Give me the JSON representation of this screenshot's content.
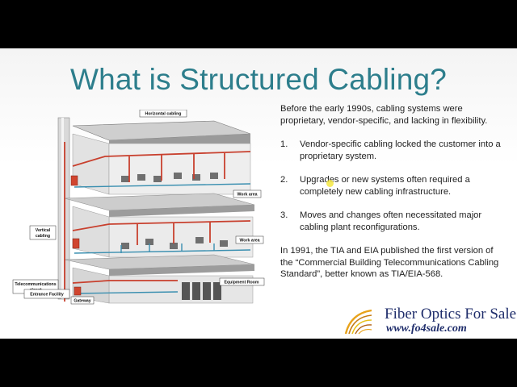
{
  "slide": {
    "title": "What is Structured Cabling?",
    "intro": "Before the early 1990s, cabling systems were proprietary, vendor-specific, and lacking in flexibility.",
    "items": [
      {
        "num": "1.",
        "text": "Vendor-specific cabling locked the customer into a proprietary system."
      },
      {
        "num": "2.",
        "text": "Upgrades or new systems often required a completely new cabling infrastructure."
      },
      {
        "num": "3.",
        "text": "Moves and changes often necessitated major cabling plant reconfigurations."
      }
    ],
    "outro": "In 1991, the TIA and EIA published the first version of the “Commercial Building Telecommunications Cabling Standard”, better known as TIA/EIA-568."
  },
  "diagram": {
    "labels": {
      "horizontal": "Horizontal cabling",
      "work_area_1": "Work area",
      "work_area_2": "Work area",
      "vertical_1": "Vertical",
      "vertical_2": "cabling",
      "tc_1": "Telecommunications",
      "tc_2": "closet",
      "equipment": "Equipment Room",
      "gateway": "Gateway",
      "entrance": "Entrance Facility"
    }
  },
  "logo": {
    "name": "Fiber Optics For Sale Co.",
    "url": "www.fo4sale.com"
  },
  "colors": {
    "title": "#2d7e8c",
    "cable_red": "#c8402e",
    "cable_blue": "#3a8fb0",
    "logo_navy": "#1f2d6b"
  }
}
